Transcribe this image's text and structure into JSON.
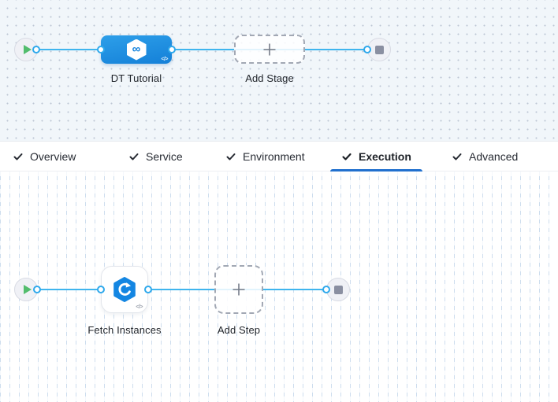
{
  "stage_pipeline": {
    "stage_label": "DT Tutorial",
    "add_stage_label": "Add Stage"
  },
  "config_tabs": {
    "active": "Execution",
    "items": [
      {
        "label": "Overview"
      },
      {
        "label": "Service"
      },
      {
        "label": "Environment"
      },
      {
        "label": "Execution"
      },
      {
        "label": "Advanced"
      }
    ]
  },
  "step_pipeline": {
    "step_label": "Fetch Instances",
    "add_step_label": "Add Step"
  },
  "icons": {
    "infinity_glyph": "∞",
    "code_toggle": "</>"
  },
  "colors": {
    "edge_blue": "#3fb5ee",
    "stage_node_blue": "#1d90e2",
    "active_tab_underline": "#2170ce",
    "play_green": "#53bd6d",
    "stop_gray": "#8a8fa1"
  }
}
